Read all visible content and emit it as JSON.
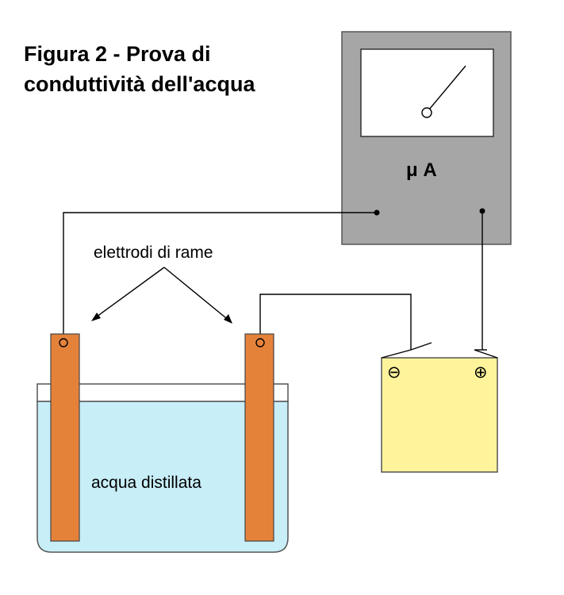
{
  "title": {
    "line1": "Figura 2 - Prova di",
    "line2": "conduttività dell'acqua"
  },
  "ammeter": {
    "unit_label": "μ A"
  },
  "electrodes_label": "elettrodi di rame",
  "water_label": "acqua distillata",
  "battery": {
    "negative_symbol": "⊖",
    "positive_symbol": "⊕"
  },
  "colors": {
    "ammeter_body": "#a6a6a6",
    "ammeter_display": "#ffffff",
    "electrode": "#e5823a",
    "water": "#c8eef8",
    "battery": "#fff49b",
    "wire": "#000000"
  }
}
